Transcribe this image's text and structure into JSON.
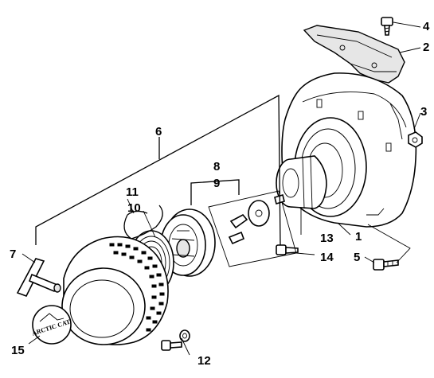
{
  "diagram": {
    "callouts": [
      {
        "id": "c1",
        "label": "1"
      },
      {
        "id": "c2",
        "label": "2"
      },
      {
        "id": "c3",
        "label": "3"
      },
      {
        "id": "c4",
        "label": "4"
      },
      {
        "id": "c5",
        "label": "5"
      },
      {
        "id": "c6",
        "label": "6"
      },
      {
        "id": "c7",
        "label": "7"
      },
      {
        "id": "c8",
        "label": "8"
      },
      {
        "id": "c9",
        "label": "9"
      },
      {
        "id": "c10",
        "label": "10"
      },
      {
        "id": "c11",
        "label": "11"
      },
      {
        "id": "c12",
        "label": "12"
      },
      {
        "id": "c13",
        "label": "13"
      },
      {
        "id": "c14",
        "label": "14"
      },
      {
        "id": "c15",
        "label": "15"
      }
    ],
    "decal_text": "ARCTIC CAT"
  }
}
